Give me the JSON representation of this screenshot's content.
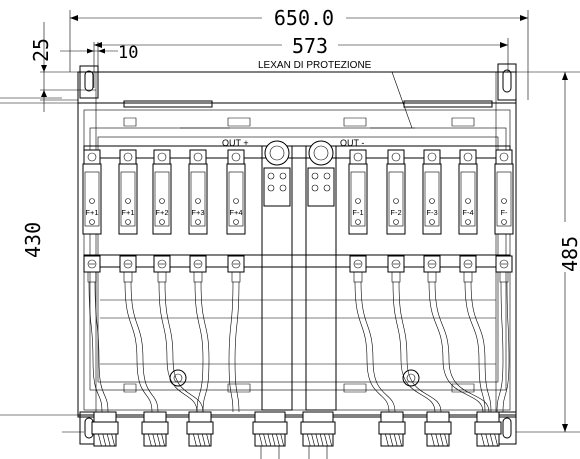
{
  "dimensions": {
    "overall_width": "650.0",
    "inner_width": "573",
    "top_offset": "25",
    "side_offset": "10",
    "inner_height": "430",
    "overall_height": "485"
  },
  "labels": {
    "cover": "LEXAN DI PROTEZIONE",
    "out_positive": "OUT +",
    "out_negative": "OUT -"
  },
  "fuses_left": [
    "F+1",
    "F+1",
    "F+2",
    "F+3",
    "F+4"
  ],
  "fuses_right": [
    "F-1",
    "F-2",
    "F-3",
    "F-4",
    "F-"
  ]
}
